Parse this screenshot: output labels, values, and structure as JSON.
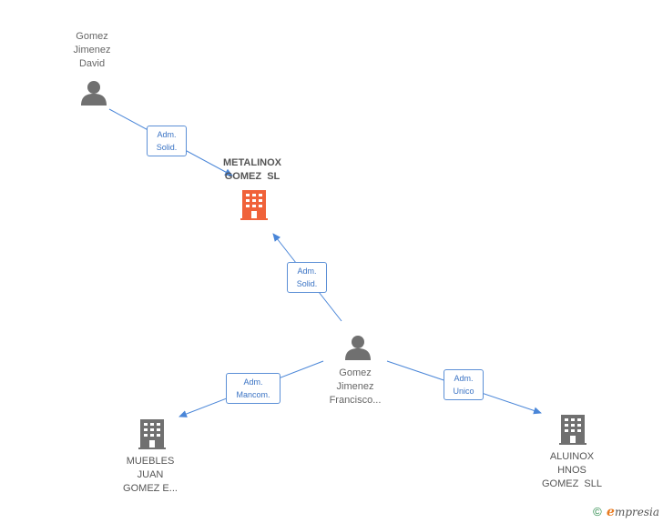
{
  "colors": {
    "edge": "#4a86d8",
    "person_icon": "#707070",
    "company_icon": "#707070",
    "main_company_icon": "#f0623a"
  },
  "nodes": {
    "person_david": {
      "icon": "person-icon",
      "lines": [
        "Gomez",
        "Jimenez",
        "David"
      ]
    },
    "person_francisco": {
      "icon": "person-icon",
      "lines": [
        "Gomez",
        "Jimenez",
        "Francisco..."
      ]
    },
    "company_metalinox": {
      "icon": "building-icon",
      "lines": [
        "METALINOX",
        "GOMEZ  SL"
      ]
    },
    "company_muebles": {
      "icon": "building-icon",
      "lines": [
        "MUEBLES",
        "JUAN",
        "GOMEZ E..."
      ]
    },
    "company_aluinox": {
      "icon": "building-icon",
      "lines": [
        "ALUINOX",
        "HNOS",
        "GOMEZ  SLL"
      ]
    }
  },
  "edges": {
    "david_metalinox": [
      "Adm.",
      "Solid."
    ],
    "francisco_metalinox": [
      "Adm.",
      "Solid."
    ],
    "francisco_muebles": [
      "Adm.",
      "Mancom."
    ],
    "francisco_aluinox": [
      "Adm.",
      "Unico"
    ]
  },
  "footer": {
    "copyright": "©",
    "brand_initial": "e",
    "brand_rest": "mpresia"
  }
}
